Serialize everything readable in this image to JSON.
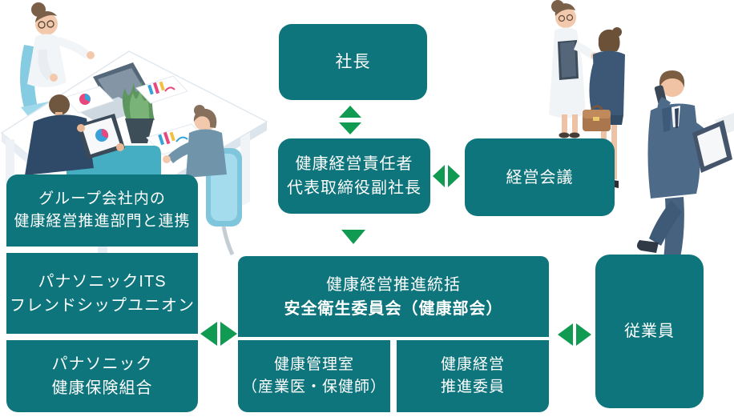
{
  "diagram": {
    "nodes": {
      "president": {
        "label": "社長"
      },
      "officer": {
        "line1": "健康経営責任者",
        "line2": "代表取締役副社長"
      },
      "management_meeting": {
        "label": "経営会議"
      },
      "promotion_head": {
        "line1": "健康経営推進統括",
        "line2": "安全衛生委員会（健康部会）"
      },
      "health_office": {
        "line1": "健康管理室",
        "line2": "（産業医・保健師）"
      },
      "promotion_committee": {
        "line1": "健康経営",
        "line2": "推進委員"
      },
      "group_liaison": {
        "line1": "グループ会社内の",
        "line2": "健康経営推進部門と連携"
      },
      "union": {
        "line1": "パナソニックITS",
        "line2": "フレンドシップユニオン"
      },
      "health_insurance": {
        "line1": "パナソニック",
        "line2": "健康保険組合"
      },
      "employees": {
        "label": "従業員"
      }
    },
    "colors": {
      "box_teal": "#0E757C",
      "arrow_green": "#119B52",
      "text_white": "#FFFFFF"
    }
  }
}
